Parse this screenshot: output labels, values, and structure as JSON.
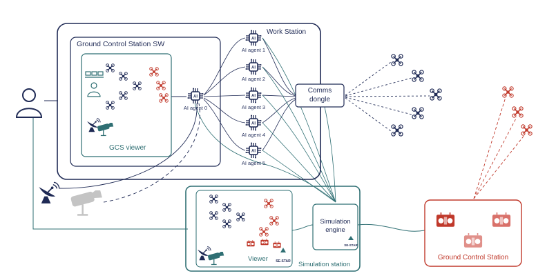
{
  "workstation": {
    "title": "Work Station"
  },
  "gcs_sw": {
    "title": "Ground Control Station SW"
  },
  "gcs_viewer": {
    "title": "GCS viewer"
  },
  "agent0": {
    "label": "AI agent 0"
  },
  "agents": [
    {
      "label": "AI agent 1"
    },
    {
      "label": "AI agent 2"
    },
    {
      "label": "AI agent 3"
    },
    {
      "label": "AI agent 4"
    },
    {
      "label": "AI agent 5"
    }
  ],
  "comms": {
    "line1": "Comms",
    "line2": "dongle"
  },
  "sim_station": {
    "title": "Simulation station"
  },
  "viewer": {
    "title": "Viewer"
  },
  "sim_engine": {
    "line1": "Simulation",
    "line2": "engine"
  },
  "gcs_hw": {
    "title": "Ground Control Station"
  },
  "colors": {
    "navy": "#1f2a55",
    "teal": "#2f6f73",
    "red": "#c0392b",
    "gray": "#b5b5b5"
  }
}
